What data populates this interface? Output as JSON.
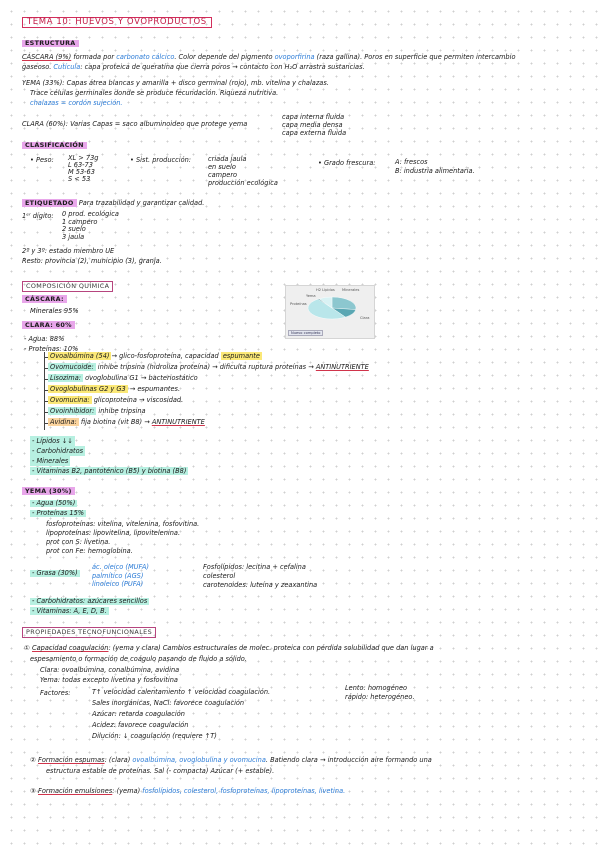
{
  "title": "TEMA 10: HUEVOS Y OVOPRODUCTOS",
  "estructura": {
    "heading": "ESTRUCTURA",
    "cascara_lead": "CÁSCARA (9%)",
    "cascara_text": " formada por ",
    "cascara_blue": "carbonato cálcico",
    "cascara_rest": ". Color depende del pigmento ",
    "cascara_blue2": "ovoporfirina",
    "cascara_rest2": " (raza gallina). Poros en superficie que permiten intercambio",
    "cascara_line2": "gaseoso. ",
    "cuticula_blue": "Cutícula",
    "cuticula_rest": ": capa proteica de queratina que cierra poros → contacto con H₂O arrastra sustancias.",
    "yema_line1": "YEMA (33%): Capas átrea blancas y amarilla + disco germinal (rojo), mb. vitelina y chalazas.",
    "yema_line2": "Trace células germinales donde se produce fecundación. Riqueza nutritiva.",
    "chalazas": "chalazas = cordón sujeción.",
    "clara_line": "CLARA (60%): Varias Capas = saco albuminoideo que protege yema",
    "clara_capas": [
      "capa interna fluida",
      "capa media densa",
      "capa externa fluida"
    ]
  },
  "clasificacion": {
    "heading": "CLASIFICACIÓN",
    "peso_label": "• Peso:",
    "peso_items": [
      "XL > 73g",
      "L 63-73",
      "M 53-63",
      "S < 53"
    ],
    "sist_label": "• Sist. producción:",
    "sist_items": [
      "criada jaula",
      "en suelo",
      "campero",
      "producción ecológica"
    ],
    "grado_label": "• Grado frescura:",
    "grado_items": [
      "A: frescos",
      "B: industria alimentaria."
    ]
  },
  "etiquetado": {
    "heading": "ETIQUETADO",
    "heading_rest": " Para trazabilidad y garantizar calidad.",
    "dig1": "1ᵉʳ dígito:",
    "dig1_items": [
      "0 prod. ecológica",
      "1 campero",
      "2 suelo",
      "3 jaula"
    ],
    "dig23": "2º y 3º: estado miembro UE",
    "resto": "Resto: provincia (2), municipio (3), granja."
  },
  "composicion": {
    "heading": "COMPOSICIÓN QUÍMICA",
    "cascara_label": "CÁSCARA:",
    "cascara_val": "Minerales 95%",
    "clara_label": "CLARA: 60%",
    "agua": "- Agua: 88%",
    "proteinas": "- Proteínas: 10%",
    "prot_items": [
      {
        "name": "Ovoalbúmina (54)",
        "rest": "→ glico-fosfoproteína, capacidad ",
        "tag": "espumante"
      },
      {
        "name": "Ovomucoide:",
        "rest": " inhibe tripsina (hidroliza proteína) → dificulta ruptura proteínas → ",
        "tag": "ANTINUTRIENTE"
      },
      {
        "name": "Lisozima:",
        "rest": " ovoglobulina G1 → ",
        "tag": "bacteriostático"
      },
      {
        "name": "Ovoglobulinas G2 y G3",
        "rest": " → ",
        "tag": "espumantes."
      },
      {
        "name": "Ovomucina:",
        "rest": " glicoproteína → ",
        "tag": "viscosidad."
      },
      {
        "name": "Ovoinhibidor:",
        "rest": " inhibe tripsina",
        "tag": ""
      },
      {
        "name": "Avidina:",
        "rest": " fija biotina (vit B8) → ",
        "tag": "ANTINUTRIENTE"
      }
    ],
    "clara_others": [
      "- Lípidos ↓↓",
      "- Carbohidratos",
      "- Minerales",
      "- Vitaminas B2, pantoténico (B5) y biotina (B8)"
    ],
    "yema_label": "YEMA (30%)",
    "yema_agua": "- Agua (50%)",
    "yema_prot": "- Proteínas 15%",
    "yema_prot_items": [
      "fosfoproteínas: vitelina, vitelenina, fosfovitina.",
      "lipoproteínas: lipovitelina, lipovitelenina.",
      "prot con S: livetina.",
      "prot con Fe: hemoglobina."
    ],
    "grasa": "- Grasa (30%)",
    "grasa_items": [
      "ác. oleico (MUFA)",
      "palmítico (AGS)",
      "linoleico (PUFA)"
    ],
    "grasa_right": [
      "Fosfolípidos: lecitina + cefalina",
      "colesterol",
      "carotenoides: luteína y zeaxantina"
    ],
    "yema_carbo": "- Carbohidratos: azúcares sencillos",
    "yema_vit": "- Vitaminas: A, E, D, B."
  },
  "chart_data": {
    "type": "pie",
    "title": "",
    "labels": [
      "Yema",
      "Proteínas",
      "Clara",
      "Minerales",
      "H2 Lípidos"
    ],
    "values": [
      33,
      16,
      60,
      1,
      11
    ],
    "button": "Nuevo completo"
  },
  "propiedades": {
    "heading": "PROPIEDADES TECNOFUNCIONALES",
    "p1_num": "①",
    "p1_title": "Capacidad coagulación",
    "p1_text": ": (yema y clara) Cambios estructurales de molec. proteica con pérdida solubilidad que dan lugar a",
    "p1_line2": "espesamiento o formación de coágulo pasando de fluido a sólido.",
    "p1_line3": "Clara: ovoalbúmina, conalbúmina, avidina",
    "p1_line4": "Yema: todas excepto livetina y fosfovitina",
    "factores": "Factores:",
    "fact_items": [
      "T↑ velocidad calentamiento ↑ velocidad coagulación.",
      "Sales inorgánicas, NaCl: favorece coagulación",
      "Azúcar: retarda coagulación",
      "Acidez: favorece coagulación",
      "Dilución: ↓ coagulación (requiere ↑T)"
    ],
    "fact_right": [
      "Lento: homogéneo",
      "rápido: heterogéneo."
    ],
    "p2_num": "②",
    "p2_title": "Formación espumas",
    "p2_text": ": (clara) ",
    "p2_blue": "ovoalbúmina, ovoglobulina y ovomucina",
    "p2_rest": ". Batiendo clara → introducción aire formando una",
    "p2_line2": "estructura estable de proteínas. Sal (- compacta) Azúcar (+ estable).",
    "p3_num": "③",
    "p3_title": "Formación emulsiones",
    "p3_text": ": (yema) ",
    "p3_blue": "fosfolípidos, colesterol, fosfoproteínas, lipoproteínas, livetina."
  },
  "colors": {
    "accent": "#d22e5c",
    "blue": "#2b7bd6",
    "magenta_hl": "#e8a6ea",
    "mint_hl": "#b7f0e1",
    "yellow_hl": "#fbe877"
  }
}
